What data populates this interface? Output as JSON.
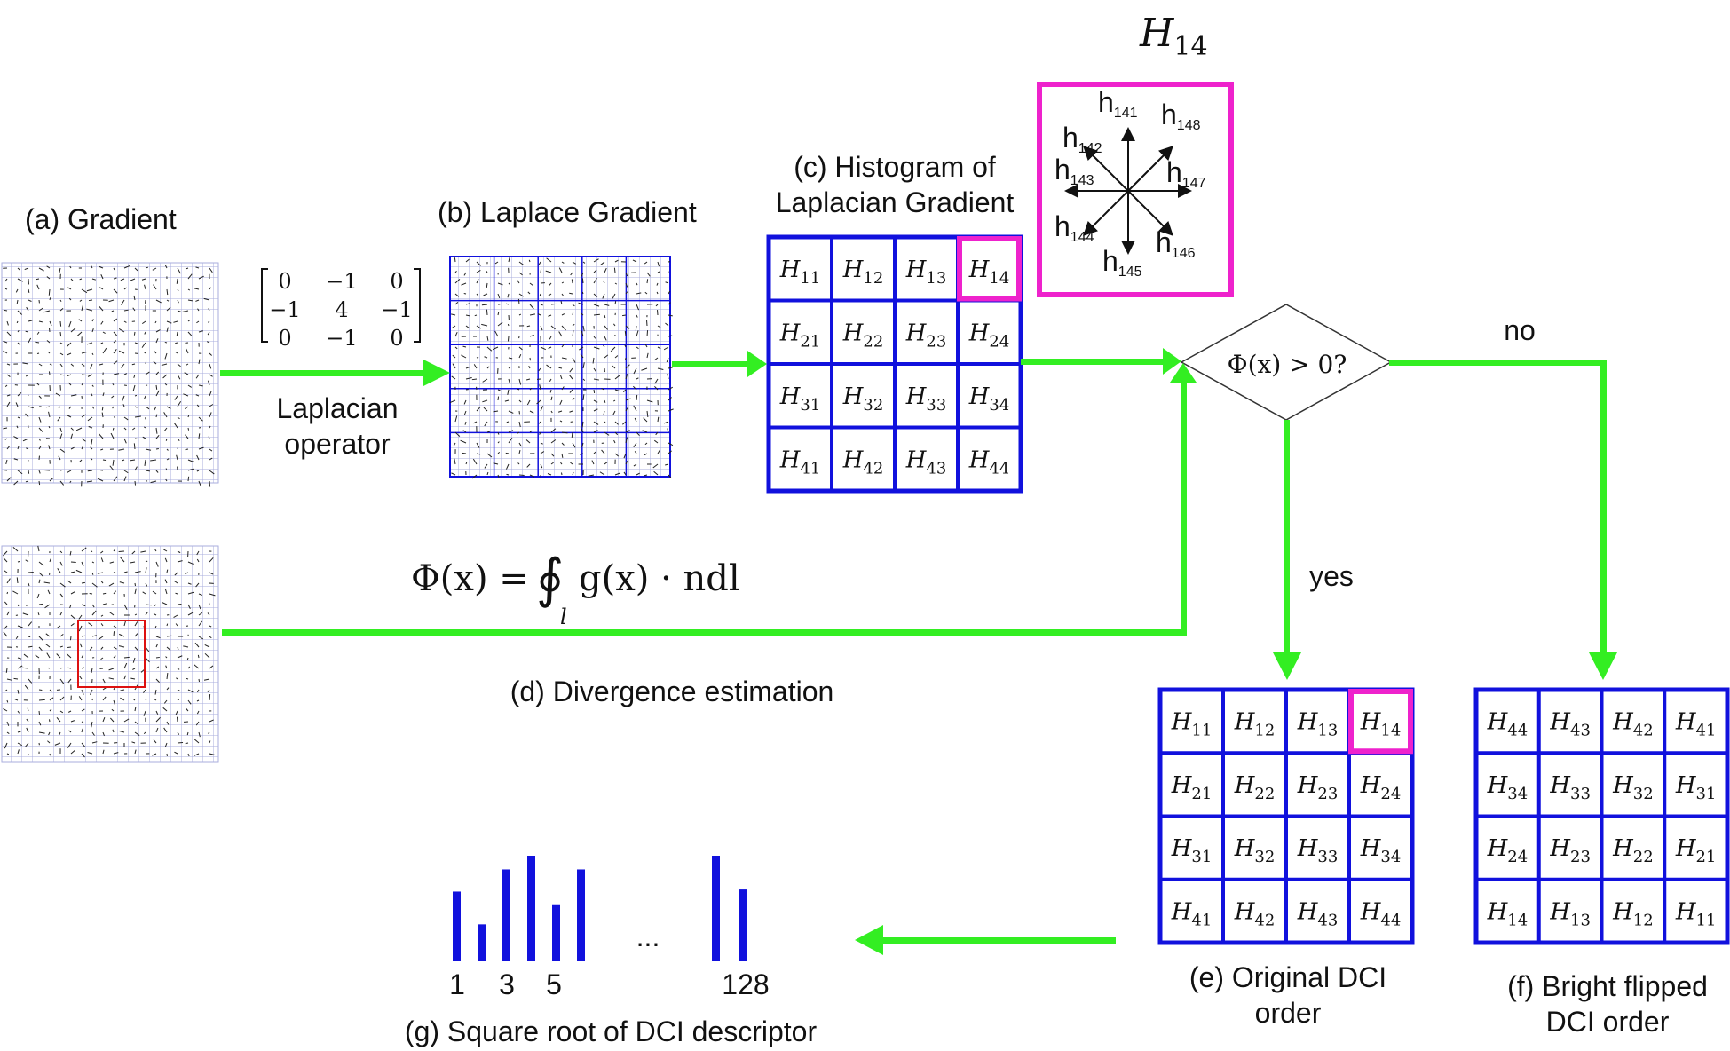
{
  "labels": {
    "gradient": "(a) Gradient",
    "laplace_gradient": "(b) Laplace Gradient",
    "histogram_line1": "(c) Histogram of",
    "histogram_line2": "Laplacian Gradient",
    "laplacian_line1": "Laplacian",
    "laplacian_line2": "operator",
    "divergence": "(d) Divergence estimation",
    "no": "no",
    "yes": "yes",
    "original_line1": "(e) Original DCI",
    "original_line2": "order",
    "flipped_line1": "(f) Bright flipped",
    "flipped_line2": "DCI order",
    "descriptor": "(g) Square root of DCI descriptor",
    "bin_labels": [
      "1",
      "3",
      "5",
      "128"
    ],
    "ellipsis": "..."
  },
  "matrix": [
    [
      "0",
      "−1",
      "0"
    ],
    [
      "−1",
      "4",
      "−1"
    ],
    [
      "0",
      "−1",
      "0"
    ]
  ],
  "formula": {
    "lhs": "Φ(x) =",
    "integral": "∮",
    "sub": "l",
    "rhs": "g(x) · ndl"
  },
  "decision": "Φ(x) > 0?",
  "h14_title": {
    "base": "H",
    "sub": "14"
  },
  "directions": [
    {
      "base": "h",
      "sub": "141"
    },
    {
      "base": "h",
      "sub": "142"
    },
    {
      "base": "h",
      "sub": "143"
    },
    {
      "base": "h",
      "sub": "144"
    },
    {
      "base": "h",
      "sub": "145"
    },
    {
      "base": "h",
      "sub": "146"
    },
    {
      "base": "h",
      "sub": "147"
    },
    {
      "base": "h",
      "sub": "148"
    }
  ],
  "grids": {
    "histogram": [
      [
        "11",
        "12",
        "13",
        "14"
      ],
      [
        "21",
        "22",
        "23",
        "24"
      ],
      [
        "31",
        "32",
        "33",
        "34"
      ],
      [
        "41",
        "42",
        "43",
        "44"
      ]
    ],
    "original": [
      [
        "11",
        "12",
        "13",
        "14"
      ],
      [
        "21",
        "22",
        "23",
        "24"
      ],
      [
        "31",
        "32",
        "33",
        "34"
      ],
      [
        "41",
        "42",
        "43",
        "44"
      ]
    ],
    "flipped": [
      [
        "44",
        "43",
        "42",
        "41"
      ],
      [
        "34",
        "33",
        "32",
        "31"
      ],
      [
        "24",
        "23",
        "22",
        "21"
      ],
      [
        "14",
        "13",
        "12",
        "11"
      ]
    ]
  },
  "bars_before_ellipsis": [
    0.66,
    0.35,
    0.87,
    1.0,
    0.54,
    0.87
  ],
  "bars_after_ellipsis": [
    1.0,
    0.68
  ],
  "colors": {
    "arrow": "#33ee22",
    "grid": "#1111dd",
    "highlight": "#ee22cc",
    "bar": "#1111dd",
    "region": "#dd1111"
  }
}
